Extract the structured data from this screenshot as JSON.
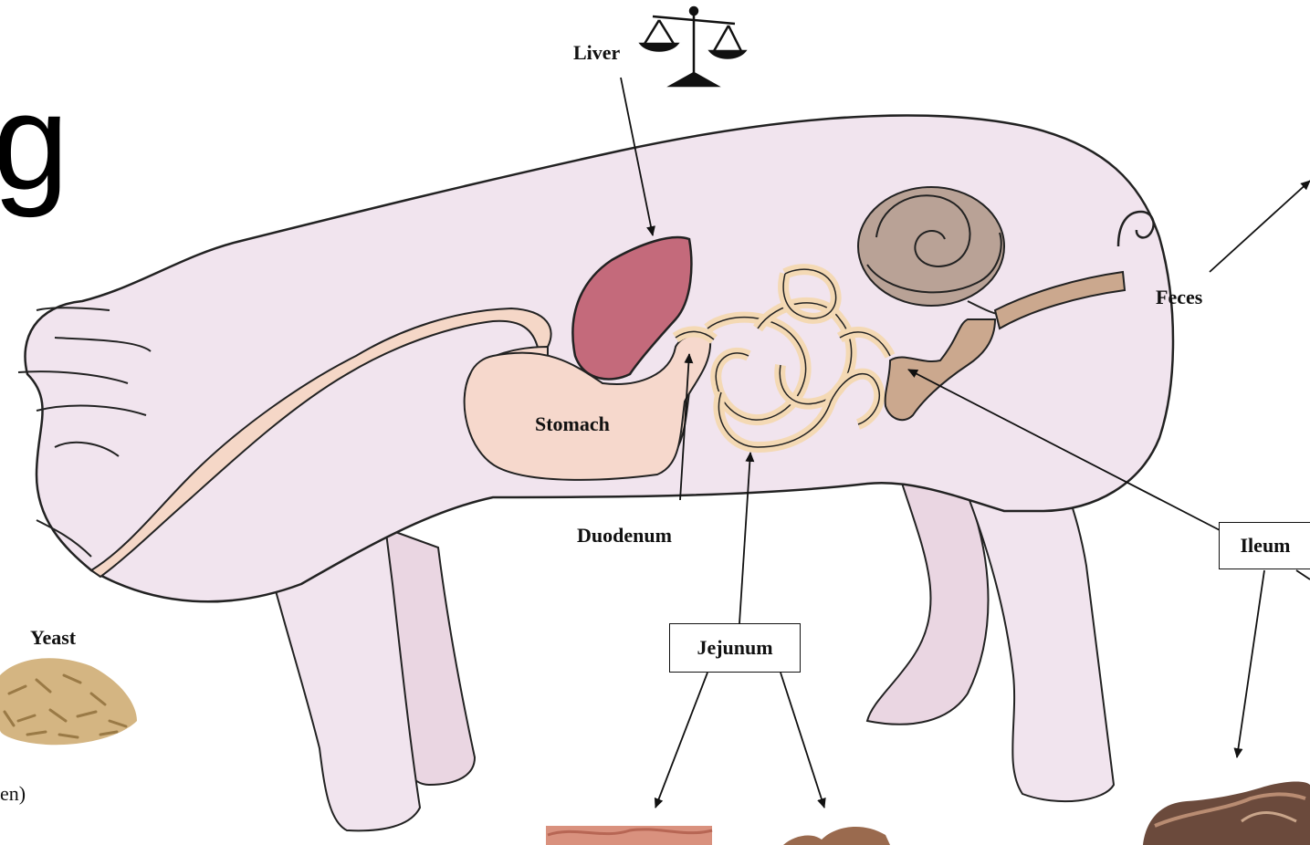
{
  "labels": {
    "liver": "Liver",
    "stomach": "Stomach",
    "duodenum": "Duodenum",
    "jejunum": "Jejunum",
    "ileum": "Ileum",
    "feces": "Feces",
    "yeast": "Yeast",
    "partial_title": "g",
    "partial_text": "en)"
  },
  "icons": {
    "scale": "balance-scale-icon"
  },
  "colors": {
    "pig_body": "#f1e4ee",
    "pig_shadow": "#e4cfdd",
    "liver": "#c46a7b",
    "stomach": "#f6d8cc",
    "intestine": "#f4d9b4",
    "colon": "#b9a296",
    "cecum": "#cba88e",
    "esophagus": "#f5d7c7",
    "pellets": "#d4b582"
  }
}
